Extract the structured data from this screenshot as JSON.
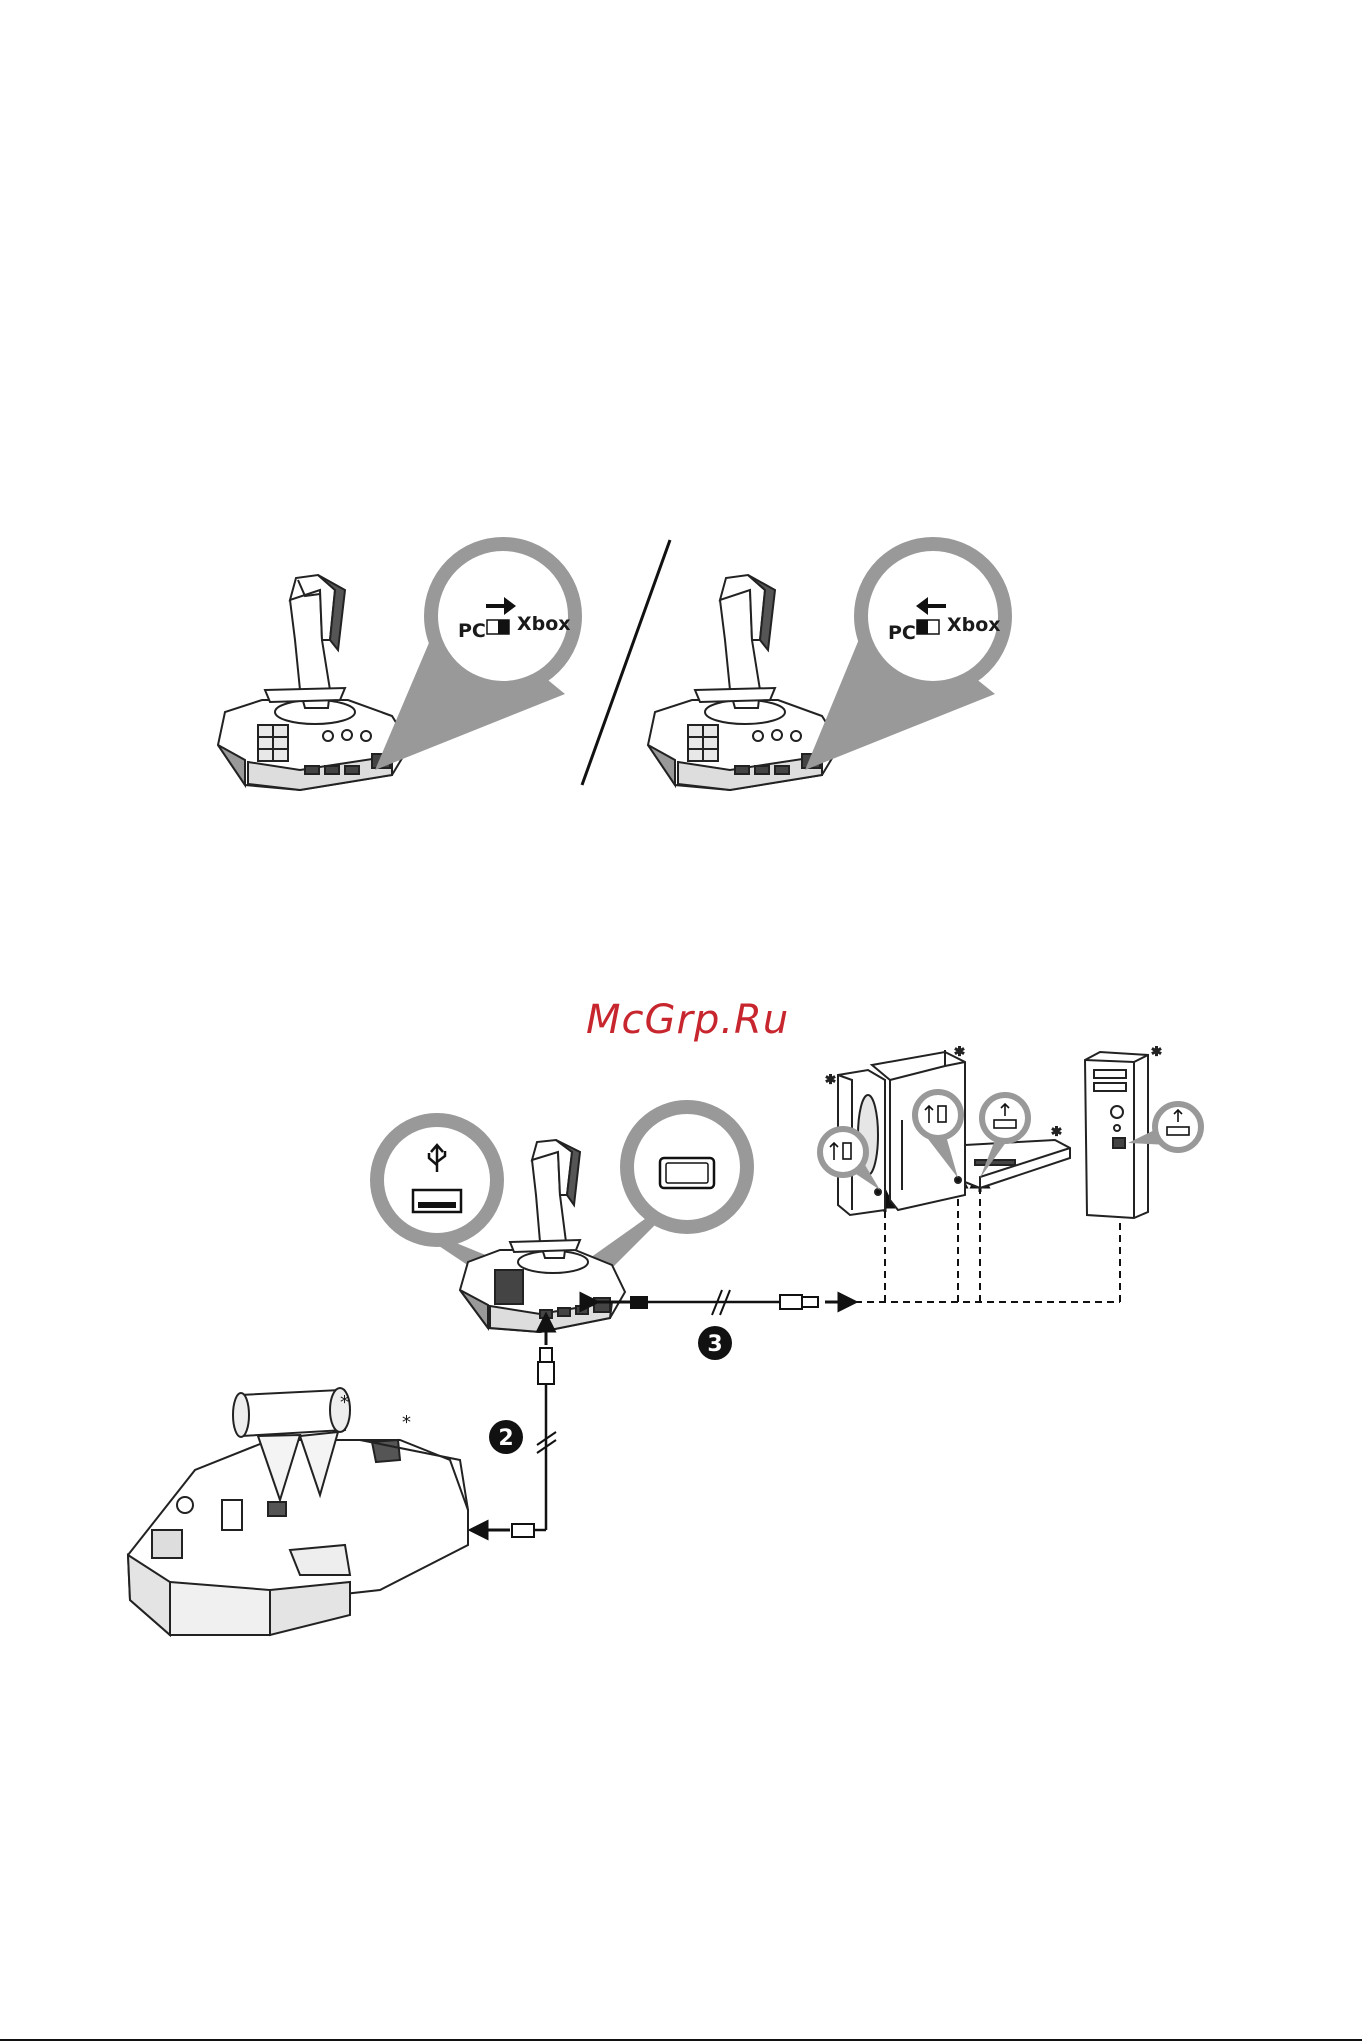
{
  "watermark": {
    "text": "McGrp.Ru",
    "color": "#c8262e"
  },
  "switch_figure": {
    "left_callout": {
      "pc": "PC",
      "xbox": "Xbox",
      "arrow": "right-arrow-icon"
    },
    "right_callout": {
      "pc": "PC",
      "xbox": "Xbox",
      "arrow": "left-arrow-icon"
    }
  },
  "connection_figure": {
    "steps": [
      {
        "number": "2"
      },
      {
        "number": "3"
      }
    ],
    "asterisk": "*",
    "icons": [
      "usb-icon",
      "usb-port-icon",
      "rectangular-port-icon"
    ]
  }
}
